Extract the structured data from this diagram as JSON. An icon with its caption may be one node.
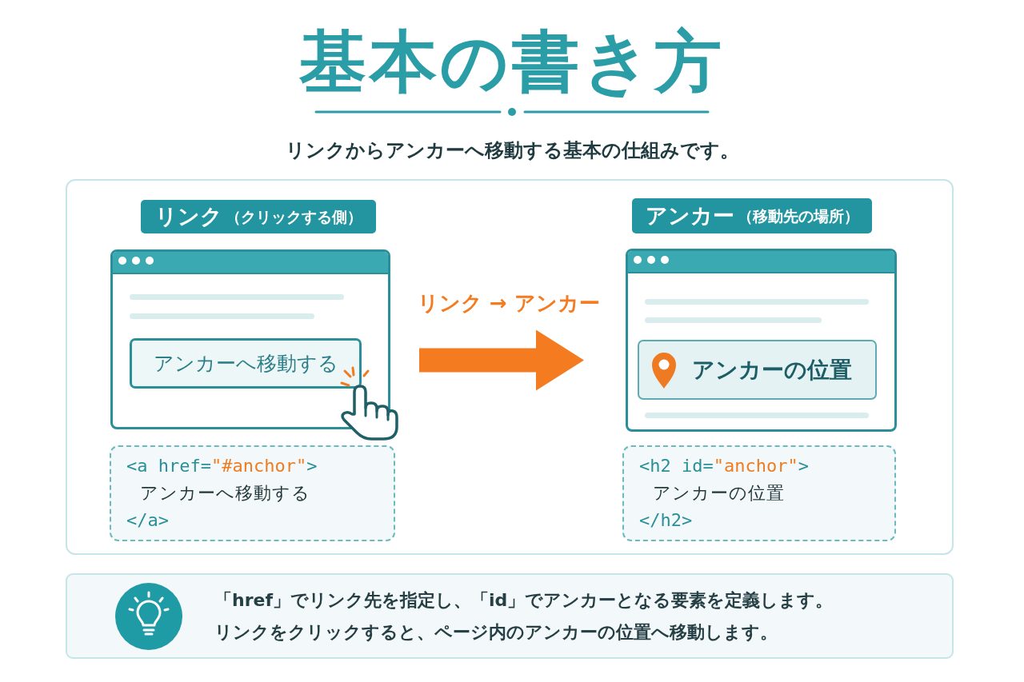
{
  "diagram": {
    "title": "基本の書き方",
    "nodes": [
      {
        "text": [],
        "shape": "box"
      },
      {
        "text": [
          "リンク",
          "（クリックする側）"
        ],
        "in": 0
      },
      {
        "text": [],
        "shape": "box",
        "in": 0
      },
      {
        "text": [
          "アンカーへ移動する"
        ],
        "in": 2
      },
      {
        "text": [
          "<a href=\"#anchor\">",
          "アンカーへ移動する",
          "</a>"
        ],
        "in": 0
      },
      {
        "text": [
          "アンカー",
          "（移動先の場所）"
        ],
        "in": 0
      },
      {
        "text": [],
        "shape": "box",
        "in": 0
      },
      {
        "text": [
          "アンカーの位置"
        ],
        "in": 6
      },
      {
        "text": [
          "<h2 id=\"anchor\">",
          "アンカーの位置",
          "</h2>"
        ],
        "in": 0
      },
      {
        "text": [
          "「href」でリンク先を指定し、「id」でアンカーとなる要素を定義します。",
          "リンクをクリックすると、ページ内のアンカーの位置へ移動します。"
        ]
      }
    ],
    "edges": [
      {
        "from": 2,
        "to": 6,
        "arrow": "to",
        "label": "リンク → アンカー",
        "color": "#f47b20"
      }
    ],
    "labels": [
      "リンクからアンカーへ移動する基本の仕組みです。"
    ]
  }
}
